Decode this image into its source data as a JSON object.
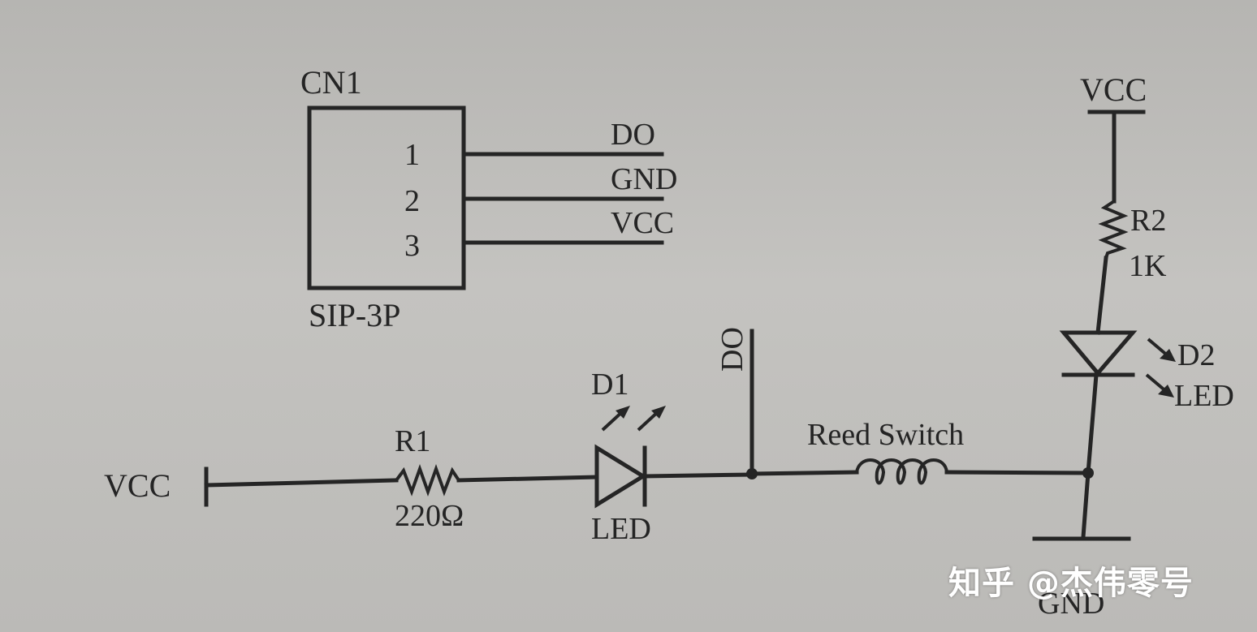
{
  "connector": {
    "ref": "CN1",
    "package": "SIP-3P",
    "pins": [
      "1",
      "2",
      "3"
    ],
    "nets": [
      "DO",
      "GND",
      "VCC"
    ]
  },
  "left_circuit": {
    "supply": "VCC",
    "resistor_ref": "R1",
    "resistor_value": "220Ω",
    "led_ref": "D1",
    "led_label": "LED",
    "do_label": "DO",
    "switch_label": "Reed Switch"
  },
  "right_circuit": {
    "supply": "VCC",
    "resistor_ref": "R2",
    "resistor_value": "1K",
    "led_ref": "D2",
    "led_label": "LED",
    "ground": "GND"
  },
  "watermark": "知乎 @杰伟零号"
}
